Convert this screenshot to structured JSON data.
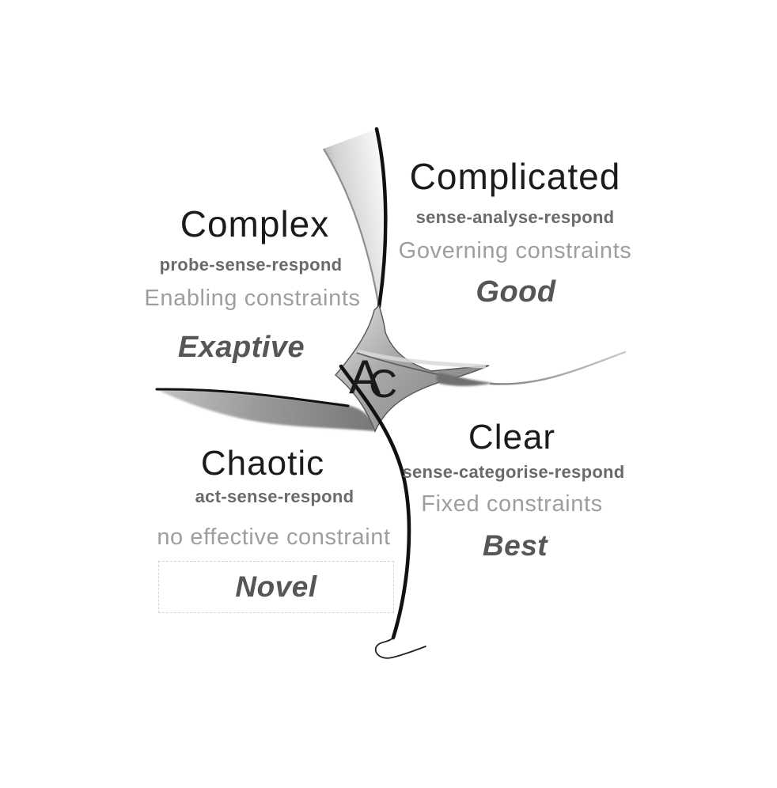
{
  "title": "Cynefin framework diagram",
  "colors": {
    "background": "#ffffff",
    "heading_text": "#1b1b1d",
    "practice_text": "#696a6c",
    "constraint_text": "#9c9ea1",
    "practice_type_text": "#555658",
    "boundary_line": "#111111",
    "shading_gray": "#9a9a9a",
    "novel_box_border": "#d4d4d4"
  },
  "center_logo": {
    "letter_a": "A",
    "letter_c": "C"
  },
  "quadrants": {
    "complex": {
      "name": "Complex",
      "practice": "probe-sense-respond",
      "constraint": "Enabling constraints",
      "practice_type": "Exaptive"
    },
    "complicated": {
      "name": "Complicated",
      "practice": "sense-analyse-respond",
      "constraint": "Governing constraints",
      "practice_type": "Good"
    },
    "chaotic": {
      "name": "Chaotic",
      "practice": "act-sense-respond",
      "constraint": "no effective constraint",
      "practice_type": "Novel"
    },
    "clear": {
      "name": "Clear",
      "practice": "sense-categorise-respond",
      "constraint": "Fixed constraints",
      "practice_type": "Best"
    }
  }
}
